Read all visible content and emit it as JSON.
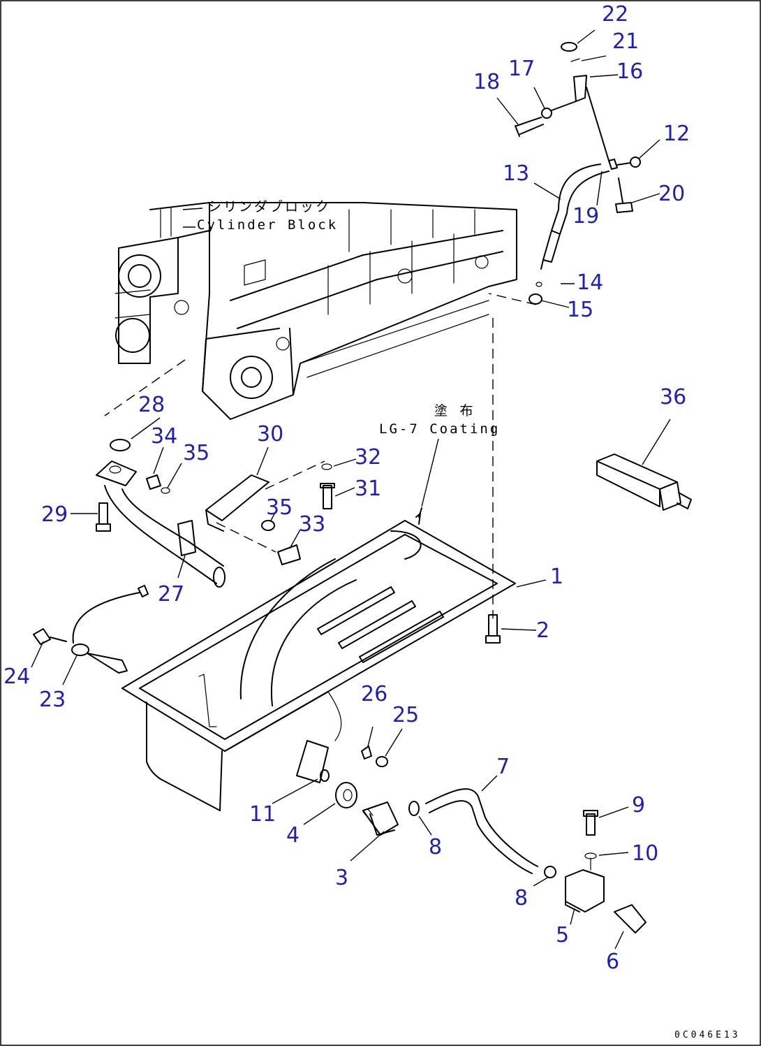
{
  "notes": {
    "cylinder_block_jp": "シリンダブロック",
    "cylinder_block_en": "Cylinder Block",
    "coating_jp": "塗 布",
    "coating_en": "LG-7 Coating"
  },
  "drawing_code": "0C046E13",
  "callouts": [
    "1",
    "2",
    "3",
    "4",
    "5",
    "6",
    "7",
    "8",
    "8",
    "9",
    "10",
    "11",
    "12",
    "13",
    "14",
    "15",
    "16",
    "17",
    "18",
    "19",
    "20",
    "21",
    "22",
    "23",
    "24",
    "25",
    "26",
    "27",
    "28",
    "29",
    "30",
    "31",
    "32",
    "33",
    "34",
    "35",
    "35",
    "36"
  ],
  "colors": {
    "callout": "#1f1fb8",
    "line": "#000000",
    "background": "#ffffff"
  }
}
